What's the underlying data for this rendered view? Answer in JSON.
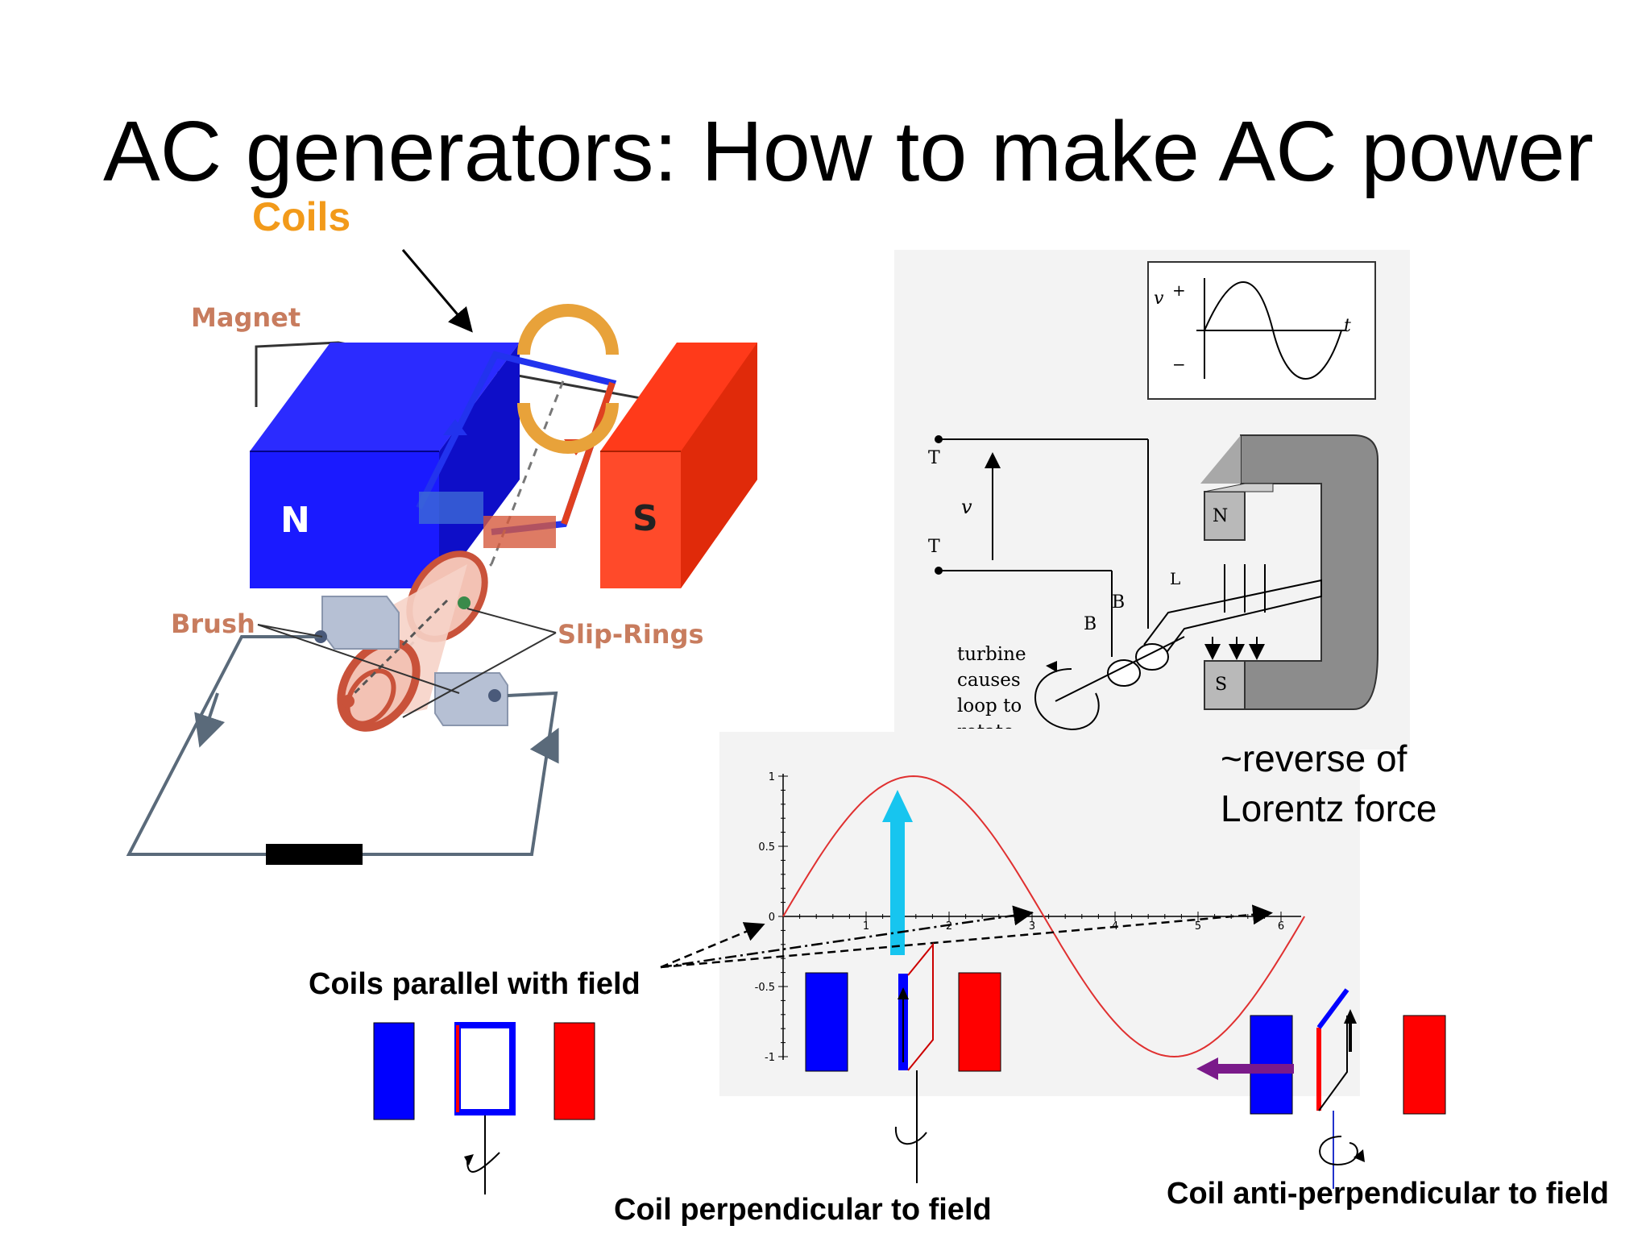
{
  "slide": {
    "title": "AC generators: How to make AC power",
    "reverse_note_line1": "~reverse of",
    "reverse_note_line2": "Lorentz force"
  },
  "left_diagram": {
    "coils_label": "Coils",
    "magnet_label": "Magnet",
    "north_label": "N",
    "south_label": "S",
    "brush_label": "Brush",
    "slip_rings_label": "Slip-Rings",
    "colors": {
      "north": "#1a1aff",
      "south": "#ff3a1a",
      "coils_label": "#f29a1a",
      "annotation": "#c87c5e"
    }
  },
  "right_diagram": {
    "v_label": "v",
    "plus_label": "+",
    "minus_label": "−",
    "t_label": "t",
    "terminal_label": "T",
    "brush_label": "B",
    "loop_label": "L",
    "north_label": "N",
    "south_label": "S",
    "turbine_line1": "turbine",
    "turbine_line2": "causes",
    "turbine_line3": "loop to",
    "turbine_line4": "rotate"
  },
  "bottom": {
    "parallel_label": "Coils parallel with field",
    "perpendicular_label": "Coil perpendicular to field",
    "anti_perpendicular_label": "Coil anti-perpendicular to field"
  },
  "chart_data": {
    "type": "line",
    "function": "sin(x)",
    "x_ticks": [
      "1",
      "2",
      "3",
      "4",
      "5",
      "6"
    ],
    "y_ticks": [
      "1",
      "0.5",
      "0",
      "-0.5",
      "-1"
    ],
    "xlim": [
      0,
      6.283
    ],
    "ylim": [
      -1,
      1
    ],
    "x": [
      0,
      0.5,
      1,
      1.5708,
      2,
      2.5,
      3,
      3.1416,
      3.5,
      4,
      4.7124,
      5,
      5.5,
      6,
      6.283
    ],
    "y": [
      0,
      0.479,
      0.841,
      1,
      0.909,
      0.598,
      0.141,
      0,
      -0.351,
      -0.757,
      -1,
      -0.959,
      -0.706,
      -0.279,
      0
    ],
    "line_color": "#e03030"
  }
}
